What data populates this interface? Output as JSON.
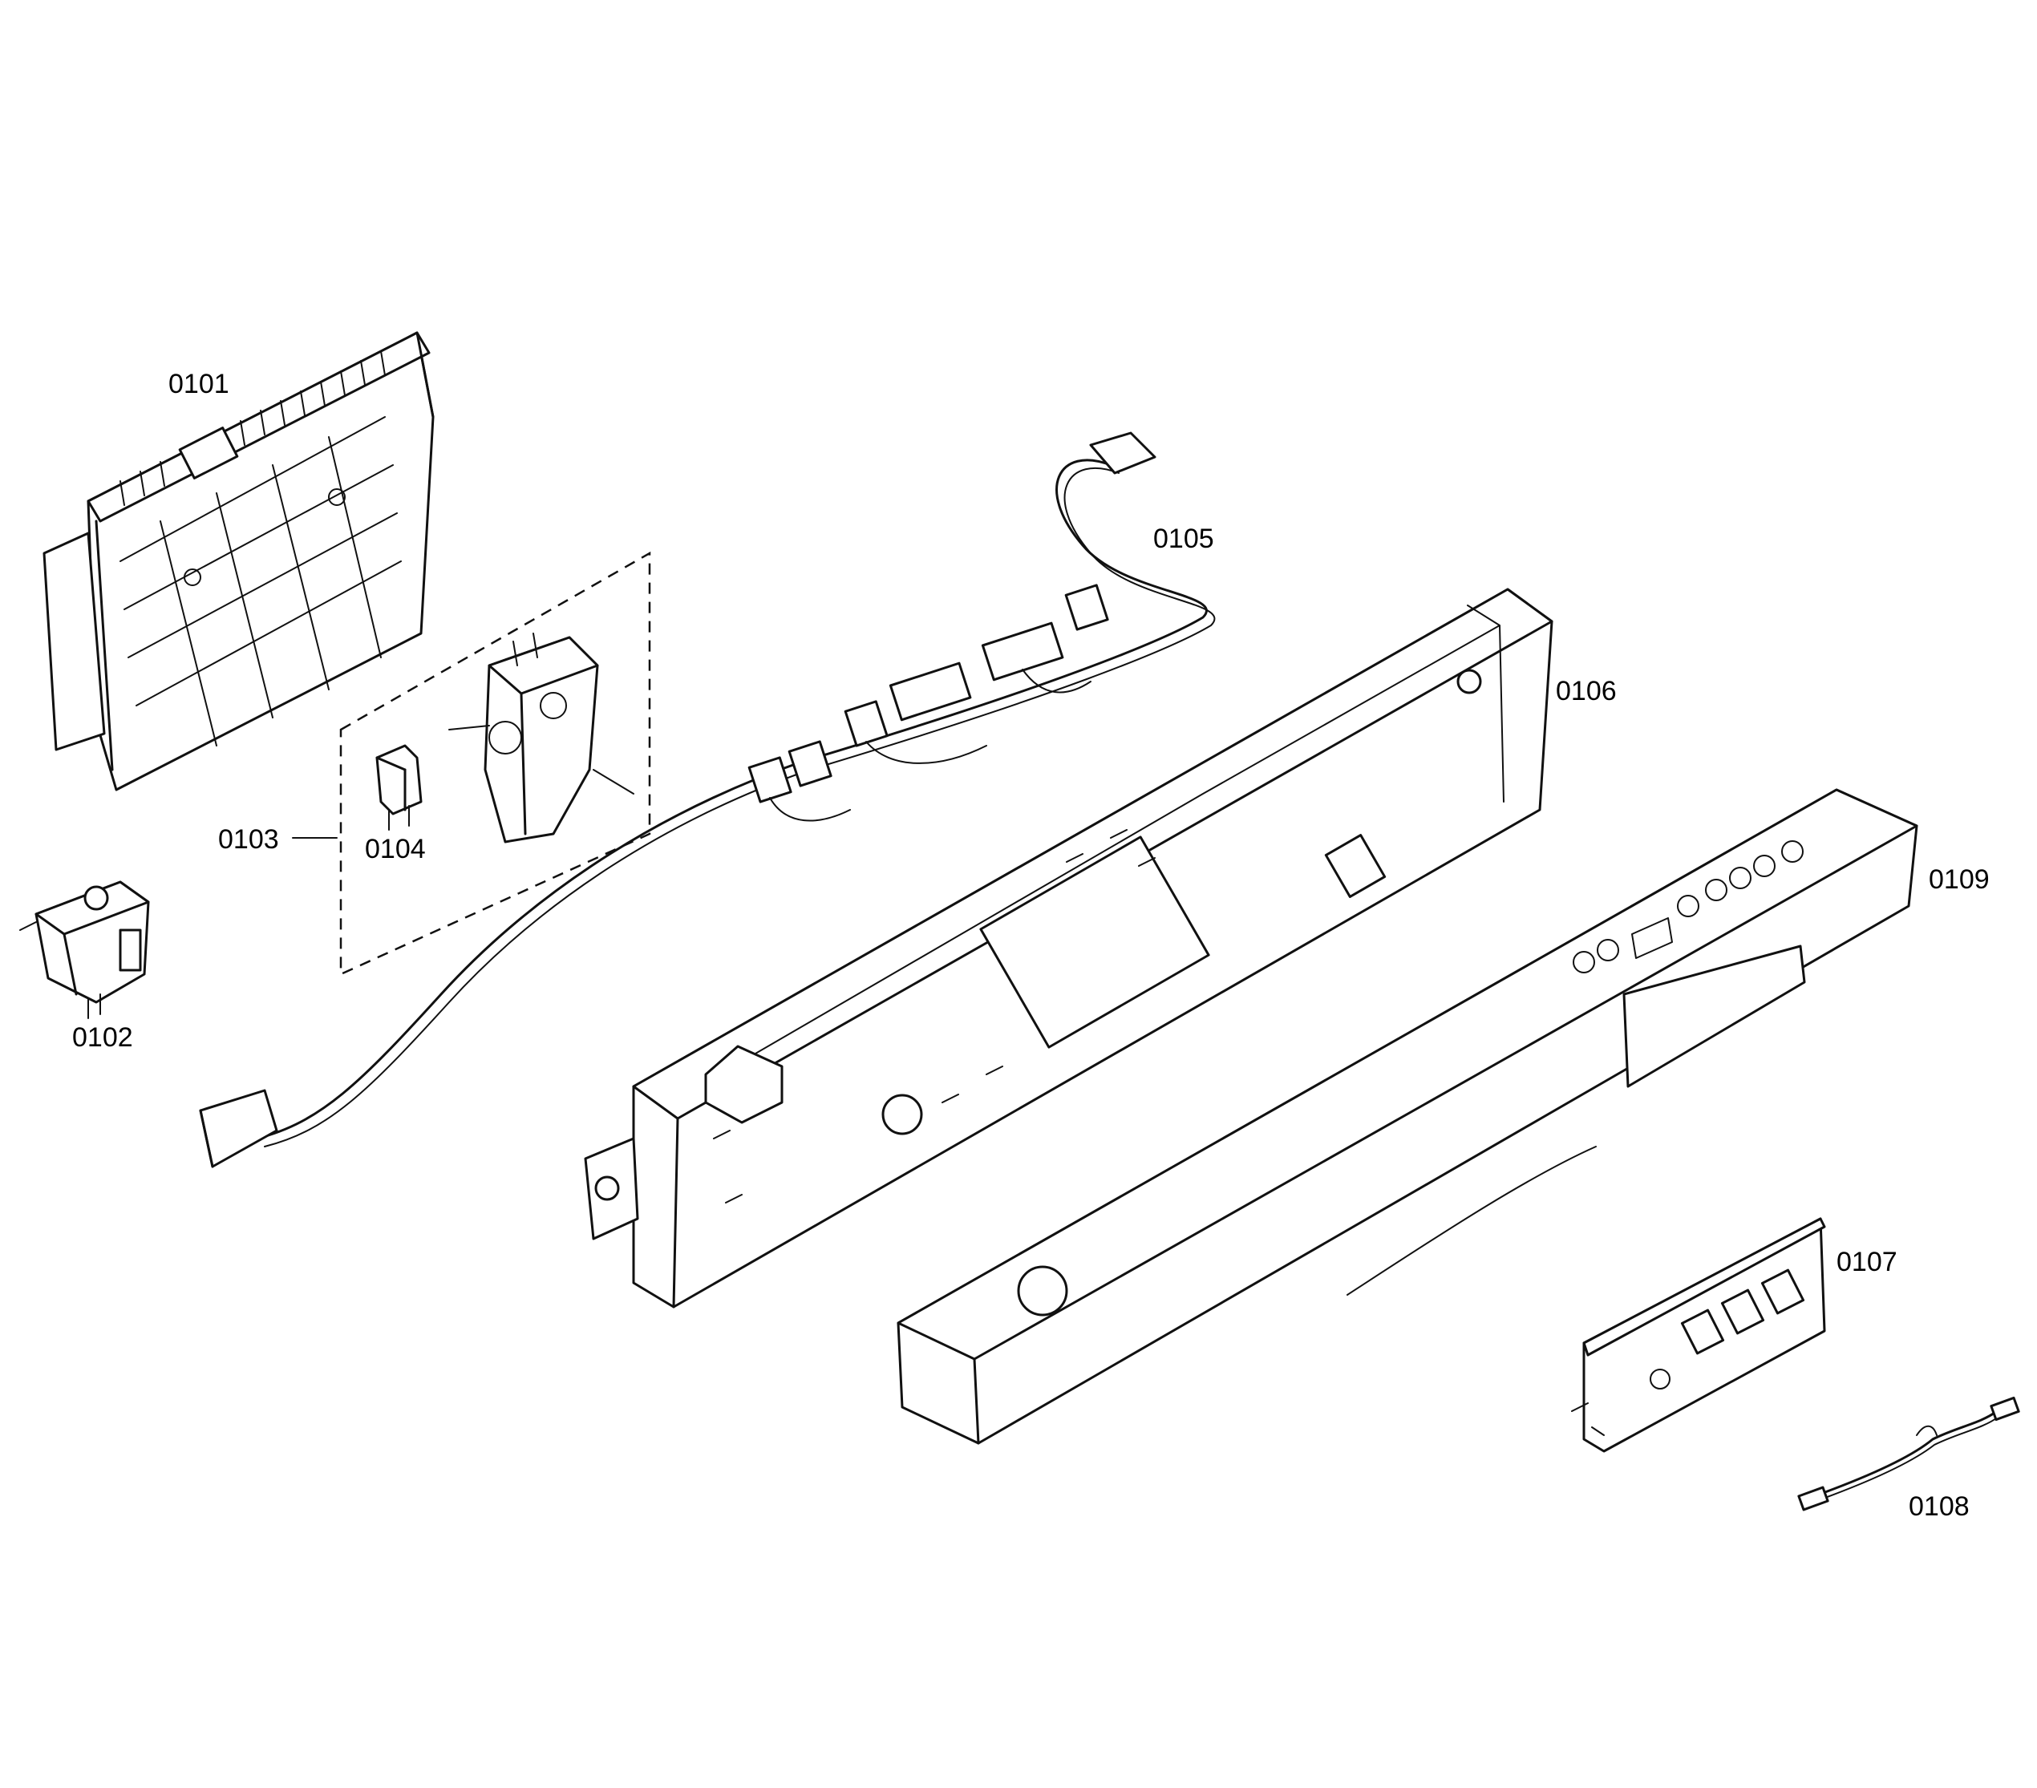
{
  "parts": [
    {
      "id": "p0101",
      "label": "0101"
    },
    {
      "id": "p0102",
      "label": "0102"
    },
    {
      "id": "p0103",
      "label": "0103"
    },
    {
      "id": "p0104",
      "label": "0104"
    },
    {
      "id": "p0105",
      "label": "0105"
    },
    {
      "id": "p0106",
      "label": "0106"
    },
    {
      "id": "p0107",
      "label": "0107"
    },
    {
      "id": "p0108",
      "label": "0108"
    },
    {
      "id": "p0109",
      "label": "0109"
    }
  ]
}
